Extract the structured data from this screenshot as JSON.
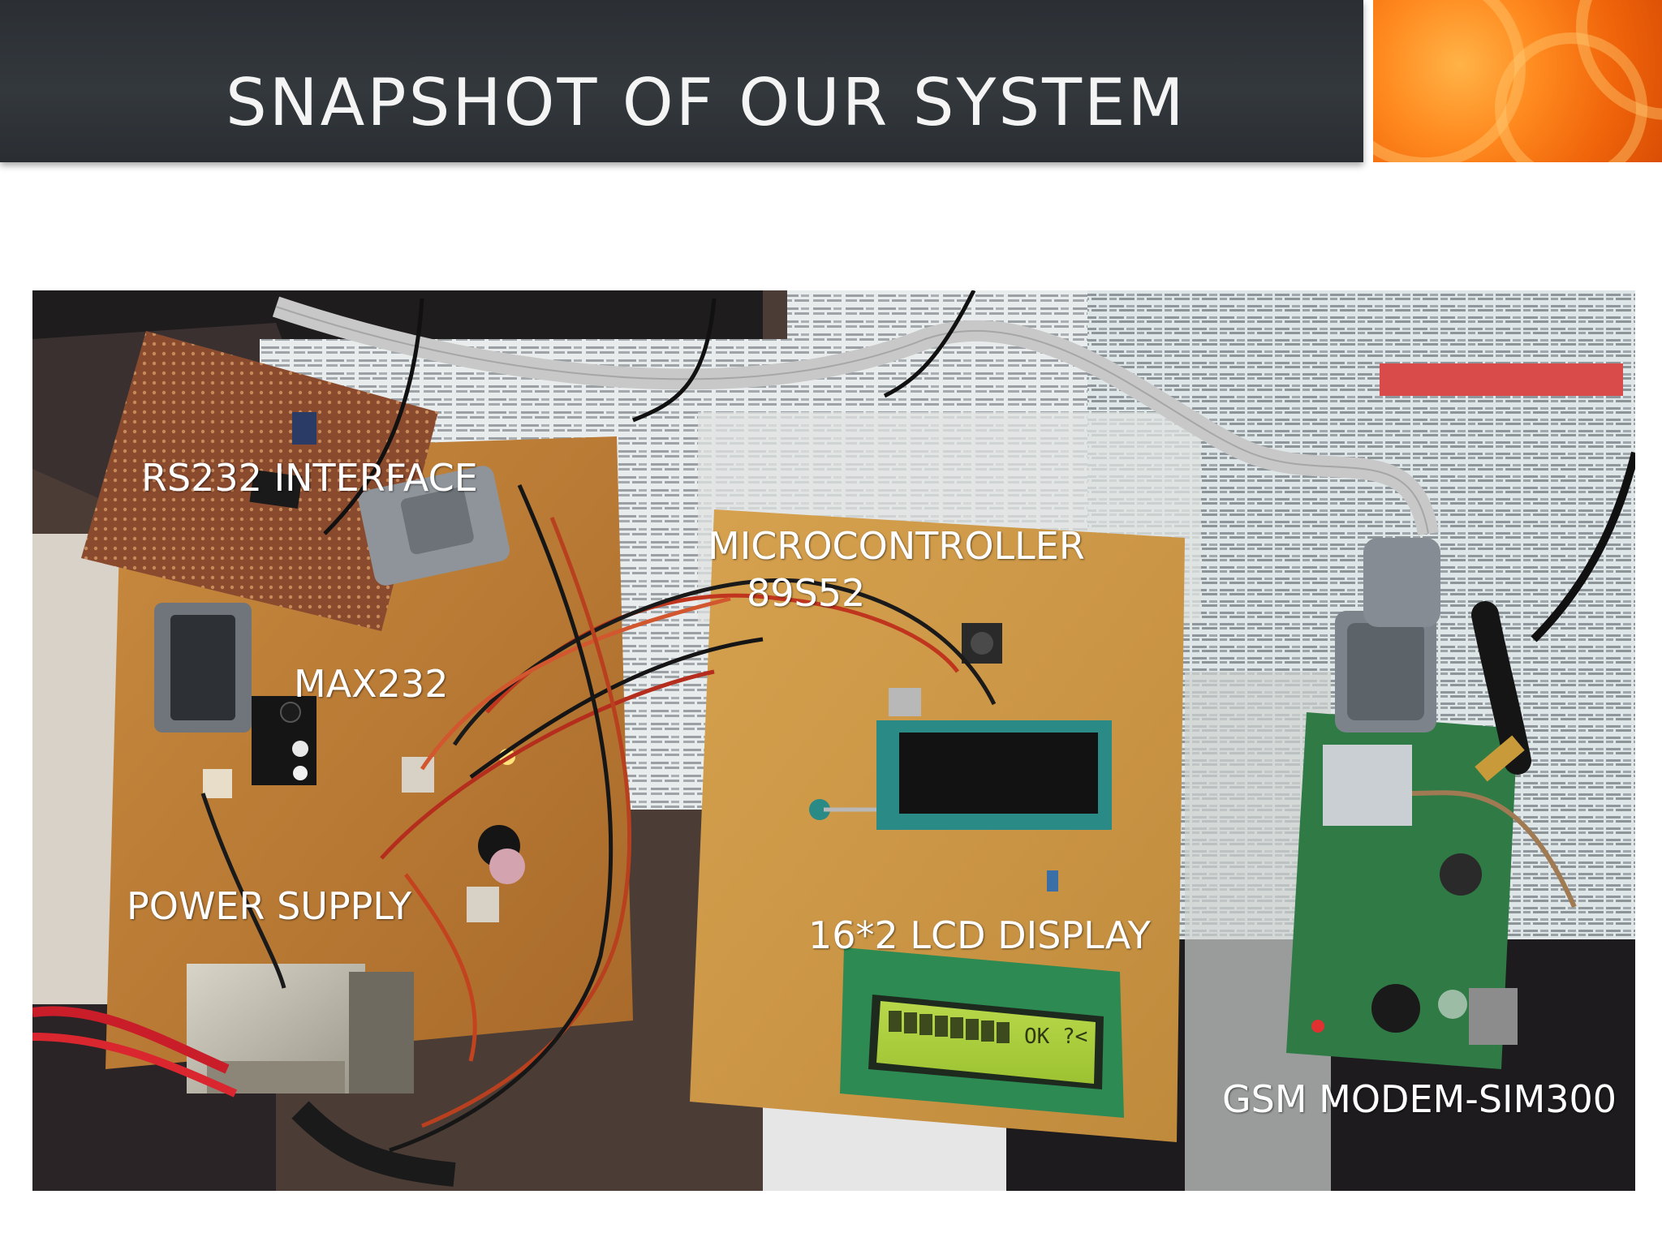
{
  "slide": {
    "title": "SNAPSHOT OF OUR SYSTEM"
  },
  "photo": {
    "labels": {
      "rs232": "RS232 INTERFACE",
      "micro_line1": "MICROCONTROLLER",
      "micro_line2": "89S52",
      "max232": "MAX232",
      "power": "POWER SUPPLY",
      "lcd": "16*2 LCD DISPLAY",
      "gsm": "GSM MODEM-SIM300"
    },
    "lcd_screen_text": "OK ?<"
  },
  "colors": {
    "header_dark": "#2e3237",
    "header_accent": "#f07a15",
    "label_text": "#ffffff"
  }
}
